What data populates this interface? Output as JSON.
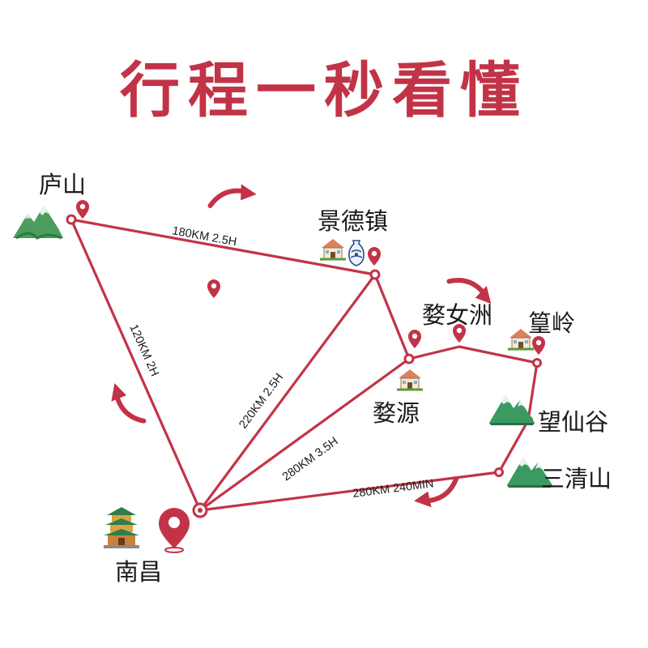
{
  "title": "行程一秒看懂",
  "colors": {
    "route": "#c23347",
    "arrow": "#c23347",
    "mountain": "#3a9a5f",
    "text": "#1a1a1a"
  },
  "cities": {
    "lushan": "庐山",
    "jingdezhen": "景德镇",
    "wuyuan": "婺源",
    "wunvzhou": "婺女洲",
    "huangling": "篁岭",
    "wangxiangu": "望仙谷",
    "sanqingshan": "三清山",
    "nanchang": "南昌"
  },
  "distances": {
    "lushan_jingdezhen": "180KM  2.5H",
    "nanchang_lushan": "120KM  2H",
    "nanchang_jingdezhen": "220KM  2.5H",
    "nanchang_wuyuan": "280KM  3.5H",
    "sanqingshan_nanchang": "280KM  240MIN"
  },
  "icons": [
    "mountain-icon",
    "pin-icon",
    "house-icon",
    "vase-icon",
    "pavilion-icon",
    "curved-arrow-icon"
  ]
}
